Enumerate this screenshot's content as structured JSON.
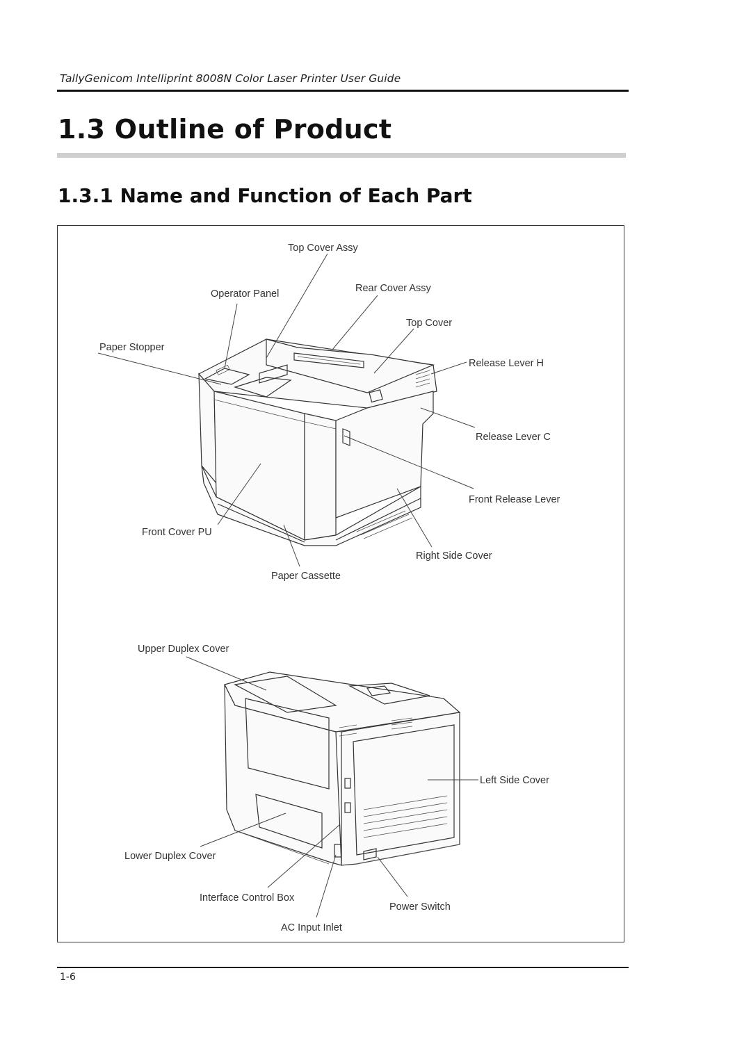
{
  "header": {
    "running_title": "TallyGenicom Intelliprint 8008N Color Laser Printer User Guide"
  },
  "section": {
    "title": "1.3 Outline of Product"
  },
  "subsection": {
    "title": "1.3.1 Name and Function of Each Part"
  },
  "figure": {
    "front_callouts": {
      "top_cover_assy": "Top Cover Assy",
      "operator_panel": "Operator Panel",
      "rear_cover_assy": "Rear Cover Assy",
      "top_cover": "Top Cover",
      "paper_stopper": "Paper Stopper",
      "release_lever_h": "Release Lever H",
      "release_lever_c": "Release Lever C",
      "front_release_lever": "Front Release Lever",
      "front_cover_pu": "Front Cover PU",
      "right_side_cover": "Right Side Cover",
      "paper_cassette": "Paper Cassette"
    },
    "rear_callouts": {
      "upper_duplex_cover": "Upper Duplex Cover",
      "left_side_cover": "Left Side Cover",
      "lower_duplex_cover": "Lower Duplex Cover",
      "interface_control_box": "Interface Control Box",
      "power_switch": "Power Switch",
      "ac_input_inlet": "AC Input Inlet"
    }
  },
  "footer": {
    "page_number": "1-6"
  }
}
